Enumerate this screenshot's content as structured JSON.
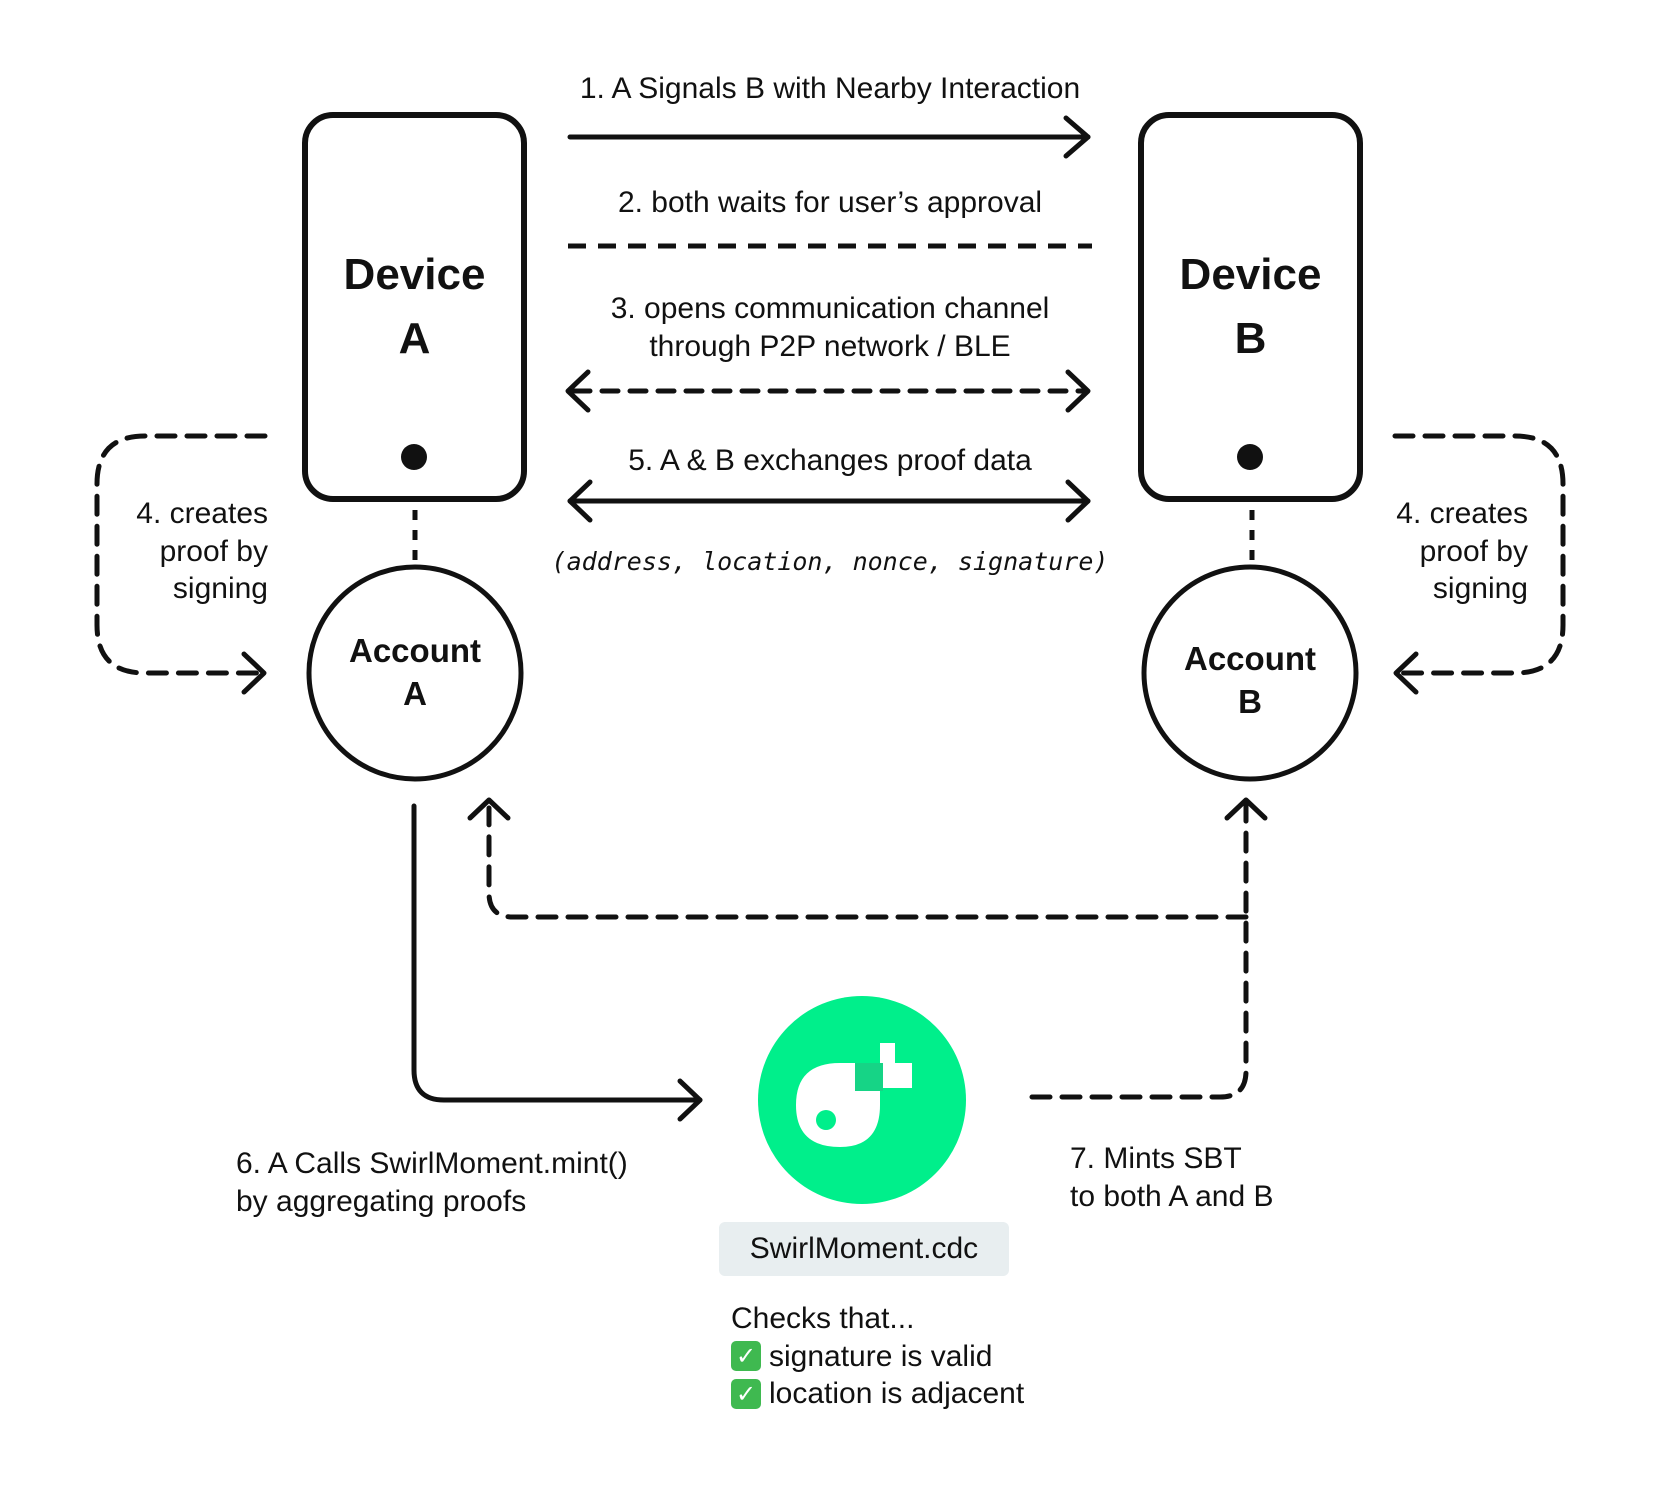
{
  "steps": {
    "step1": "1.  A Signals B with Nearby Interaction",
    "step2": "2. both waits for user’s approval",
    "step3_line1": "3.  opens communication channel",
    "step3_line2": "through P2P network / BLE",
    "step4_left": [
      "4.  creates",
      "proof by",
      "signing"
    ],
    "step4_right": [
      "4.  creates",
      "proof by",
      "signing"
    ],
    "step5": "5. A & B exchanges proof data",
    "step5_fields": "(address, location, nonce, signature)",
    "step6": [
      "6. A Calls SwirlMoment.mint()",
      "by aggregating proofs"
    ],
    "step7": [
      "7.  Mints SBT",
      "to both A and B"
    ]
  },
  "nodes": {
    "device_a": [
      "Device",
      "A"
    ],
    "device_b": [
      "Device",
      "B"
    ],
    "account_a": [
      "Account",
      "A"
    ],
    "account_b": [
      "Account",
      "B"
    ]
  },
  "contract": {
    "name": "SwirlMoment.cdc",
    "checks_title": "Checks that...",
    "checks": [
      "signature is valid",
      "location is adjacent"
    ],
    "check_mark": "✓",
    "logo_icon": "flow-logo-icon",
    "logo_color": "#00ef8b"
  }
}
